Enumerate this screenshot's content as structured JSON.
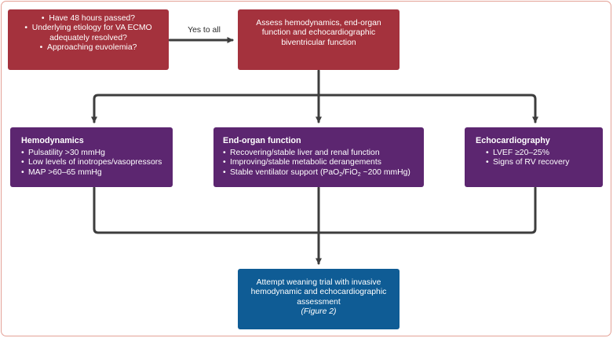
{
  "colors": {
    "criteria_box": "#a4323d",
    "assessment_box": "#5c2670",
    "outcome_box": "#0f5c95",
    "connector": "#3d3d3d",
    "frame_border": "#e4a196"
  },
  "criteria": {
    "items": [
      "Have 48 hours passed?",
      "Underlying etiology for VA ECMO adequately resolved?",
      "Approaching euvolemia?"
    ]
  },
  "edge_label": "Yes to all",
  "assess": {
    "text": "Assess hemodynamics, end-organ function and echocardiographic biventricular function"
  },
  "hemodynamics": {
    "title": "Hemodynamics",
    "items": [
      "Pulsatility >30 mmHg",
      "Low levels of inotropes/vasopressors",
      "MAP >60–65 mmHg"
    ]
  },
  "end_organ": {
    "title": "End-organ function",
    "items": [
      "Recovering/stable liver and renal function",
      "Improving/stable metabolic derangements"
    ],
    "ventilator": {
      "prefix": "Stable ventilator support (PaO",
      "sub1": "2",
      "mid": "/FiO",
      "sub2": "2",
      "suffix": " ~200 mmHg)"
    }
  },
  "echo": {
    "title": "Echocardiography",
    "items": [
      "LVEF ≥20–25%",
      "Signs of RV recovery"
    ]
  },
  "wean": {
    "text": "Attempt weaning trial with invasive hemodynamic and echocardiographic assessment",
    "figure_ref": "(Figure 2)"
  }
}
